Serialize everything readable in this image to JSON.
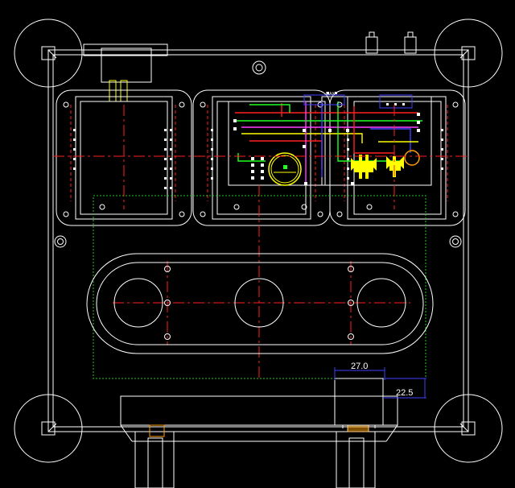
{
  "drawing": {
    "dimensions": [
      {
        "id": "width",
        "value": "27.0"
      },
      {
        "id": "height",
        "value": "22.5"
      }
    ],
    "pcb_label": "MAX"
  },
  "colors": {
    "background": "#000000",
    "outline": "#ffffff",
    "centerline": "#ff2020",
    "green_boundary": "#22cc22",
    "dimension": "#3040ff",
    "pcb_red": "#ff2020",
    "pcb_yellow": "#ffff00",
    "pcb_green": "#20ff20",
    "pcb_magenta": "#ff40ff",
    "pcb_blue": "#4040ff",
    "pcb_orange": "#ffa000"
  }
}
